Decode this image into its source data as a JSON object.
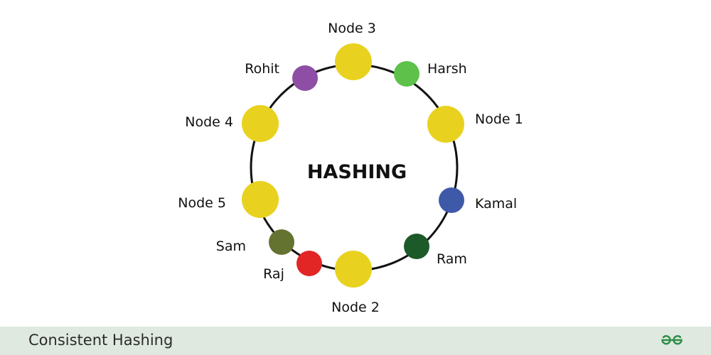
{
  "diagram": {
    "title": "HASHING",
    "nodes": [
      {
        "name": "Node 3",
        "color": "#e8d21f"
      },
      {
        "name": "Harsh",
        "color": "#5ec14a"
      },
      {
        "name": "Node 1",
        "color": "#e8d21f"
      },
      {
        "name": "Kamal",
        "color": "#3e59a8"
      },
      {
        "name": "Ram",
        "color": "#1d5a2a"
      },
      {
        "name": "Node 2",
        "color": "#e8d21f"
      },
      {
        "name": "Raj",
        "color": "#e22525"
      },
      {
        "name": "Sam",
        "color": "#647330"
      },
      {
        "name": "Node 5",
        "color": "#e8d21f"
      },
      {
        "name": "Node 4",
        "color": "#e8d21f"
      },
      {
        "name": "Rohit",
        "color": "#8f4ea6"
      }
    ]
  },
  "footer": {
    "title": "Consistent Hashing",
    "logo": "gfg-logo",
    "logo_color": "#2f8d46"
  }
}
